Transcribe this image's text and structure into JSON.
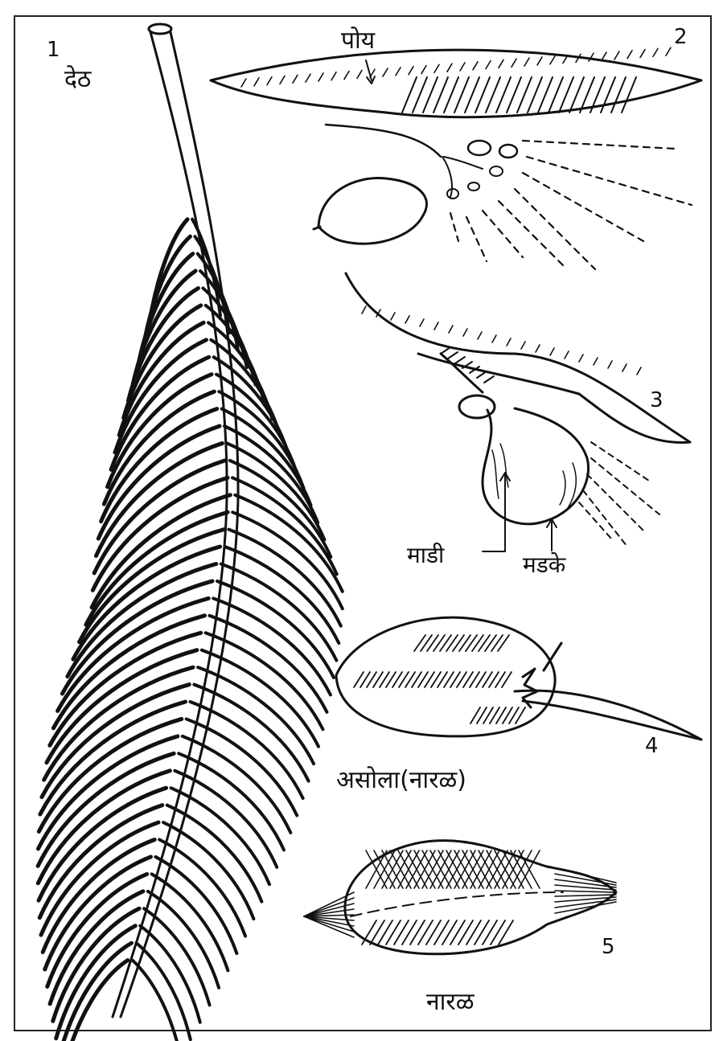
{
  "panels": [
    {
      "number": "1",
      "label": "देठ"
    },
    {
      "number": "2",
      "label": "पोय"
    },
    {
      "number": "3",
      "labels": [
        "माडी",
        "मडके"
      ]
    },
    {
      "number": "4",
      "label": "असोला(नारळ)"
    },
    {
      "number": "5",
      "label": "नारळ"
    }
  ]
}
